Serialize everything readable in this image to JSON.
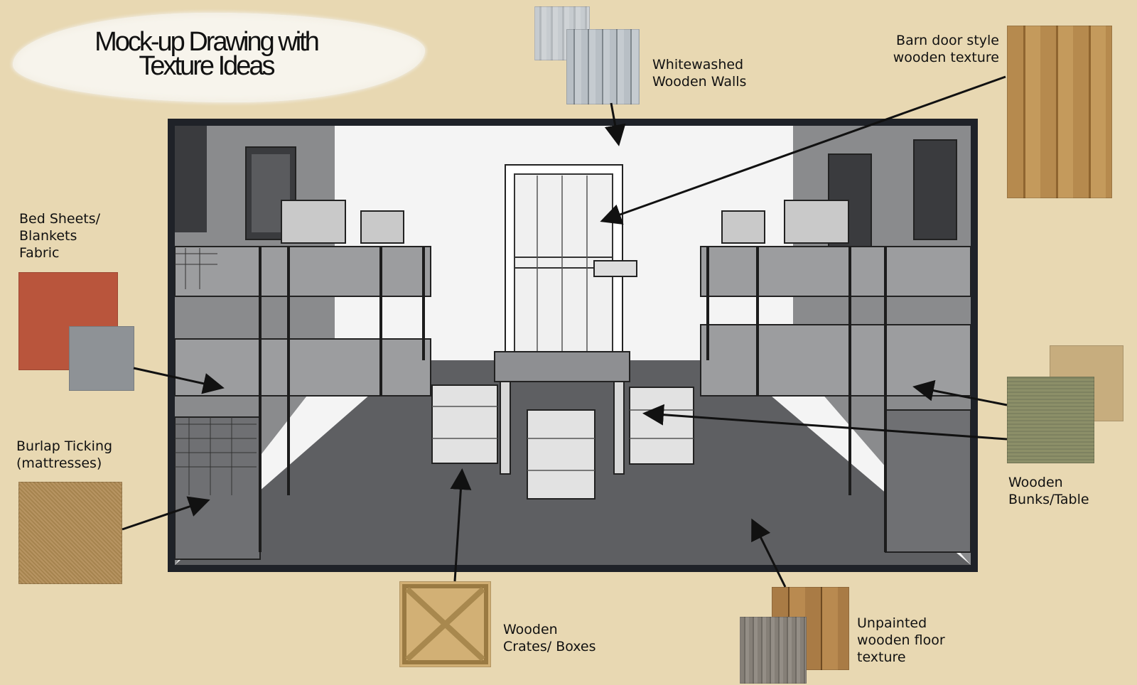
{
  "title": {
    "line1": "Mock-up Drawing with",
    "line2": "Texture Ideas"
  },
  "labels": {
    "walls": [
      "Whitewashed",
      "Wooden Walls"
    ],
    "barn_door": [
      "Barn door style",
      "wooden texture"
    ],
    "bed_sheets": [
      "Bed Sheets/",
      "Blankets",
      "Fabric"
    ],
    "burlap": [
      "Burlap Ticking",
      "(mattresses)"
    ],
    "bunks": [
      "Wooden",
      "Bunks/Table"
    ],
    "crates": [
      "Wooden",
      "Crates/ Boxes"
    ],
    "floor": [
      "Unpainted",
      "wooden floor",
      "texture"
    ]
  },
  "swatch_colors": {
    "whitewash": "#b9bfc4",
    "barn_wood": "#b68a4e",
    "fabric_red": "#b9553c",
    "fabric_gray": "#8e9296",
    "burlap": "#b79462",
    "bunk_green": "#8c8f68",
    "bunk_tan": "#c7ad7e",
    "crate": "#d2b075",
    "floor_wood": "#a97b45",
    "floor_gray": "#857f77",
    "frame": "#1f2228"
  }
}
